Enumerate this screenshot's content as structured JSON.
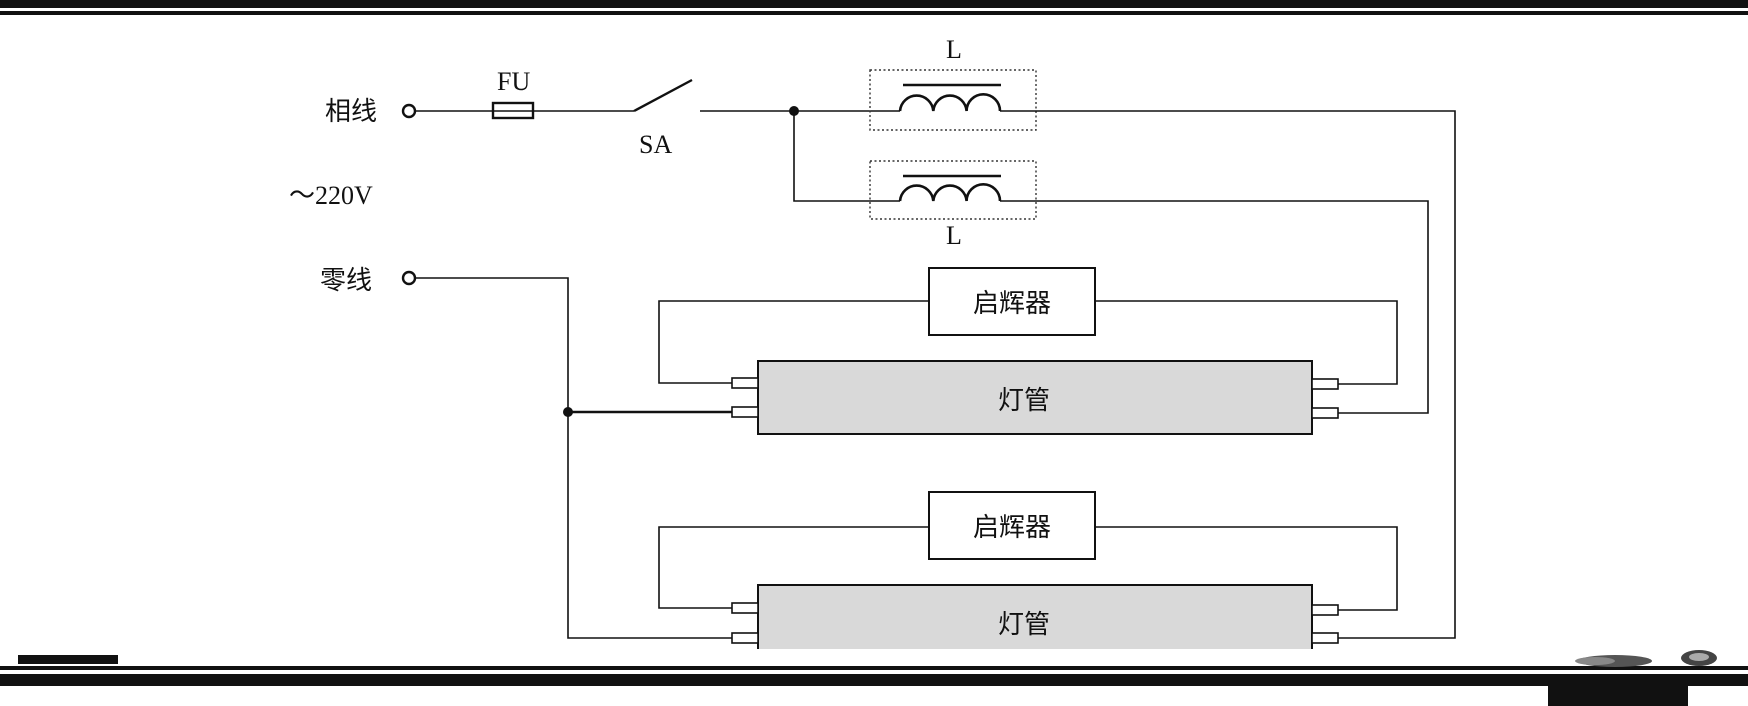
{
  "terminals": {
    "phase_label": "相线",
    "neutral_label": "零线",
    "supply_label": "～220V"
  },
  "components": {
    "fuse_label": "FU",
    "switch_label": "SA",
    "ballast_top_label": "L",
    "ballast_bottom_label": "L",
    "starter_1_label": "启辉器",
    "starter_2_label": "启辉器",
    "tube_1_label": "灯管",
    "tube_2_label": "灯管"
  },
  "colors": {
    "line": "#111111",
    "tube_fill": "#d9d9d9",
    "background": "#ffffff"
  }
}
